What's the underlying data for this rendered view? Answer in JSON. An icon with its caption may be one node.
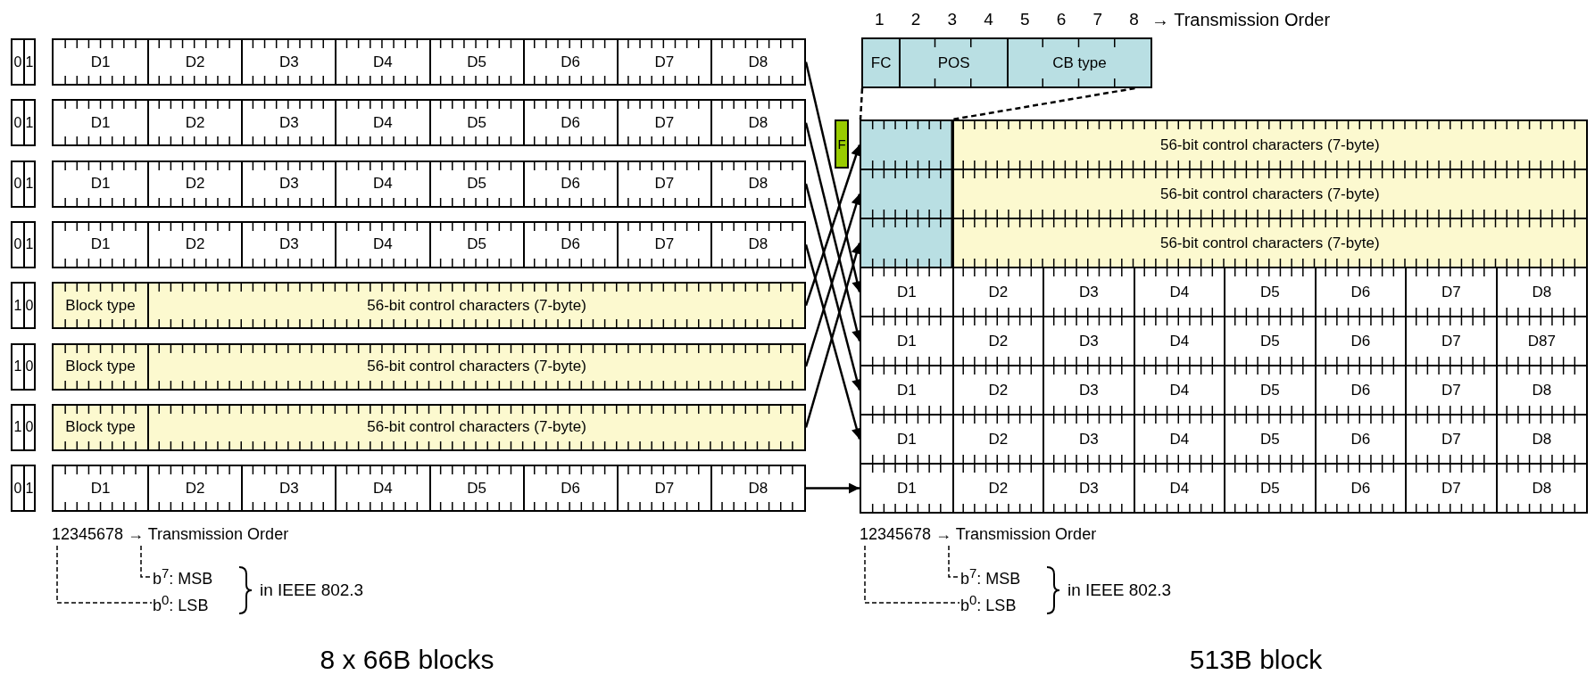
{
  "diagram": {
    "nodes": [
      {
        "text": [
          "0",
          "1"
        ]
      },
      {
        "text": [
          "D1",
          "D2",
          "D3",
          "D4",
          "D5",
          "D6",
          "D7",
          "D8"
        ]
      },
      {
        "text": [
          "0",
          "1"
        ]
      },
      {
        "text": [
          "D1",
          "D2",
          "D3",
          "D4",
          "D5",
          "D6",
          "D7",
          "D8"
        ]
      },
      {
        "text": [
          "0",
          "1"
        ]
      },
      {
        "text": [
          "D1",
          "D2",
          "D3",
          "D4",
          "D5",
          "D6",
          "D7",
          "D8"
        ]
      },
      {
        "text": [
          "0",
          "1"
        ]
      },
      {
        "text": [
          "D1",
          "D2",
          "D3",
          "D4",
          "D5",
          "D6",
          "D7",
          "D8"
        ]
      },
      {
        "text": [
          "1",
          "0"
        ]
      },
      {
        "text": [
          "Block type",
          "56-bit control characters (7-byte)"
        ]
      },
      {
        "text": [
          "1",
          "0"
        ]
      },
      {
        "text": [
          "Block type",
          "56-bit control characters (7-byte)"
        ]
      },
      {
        "text": [
          "1",
          "0"
        ]
      },
      {
        "text": [
          "Block type",
          "56-bit control characters (7-byte)"
        ]
      },
      {
        "text": [
          "0",
          "1"
        ]
      },
      {
        "text": [
          "D1",
          "D2",
          "D3",
          "D4",
          "D5",
          "D6",
          "D7",
          "D8"
        ]
      },
      {
        "text": [
          "FC",
          "POS",
          "CB type"
        ]
      },
      {
        "text": [
          "F"
        ]
      },
      {
        "text": [
          "56-bit control characters (7-byte)"
        ]
      },
      {
        "text": [
          "56-bit control characters (7-byte)"
        ]
      },
      {
        "text": [
          "56-bit control characters (7-byte)"
        ]
      },
      {
        "text": [
          "D1",
          "D2",
          "D3",
          "D4",
          "D5",
          "D6",
          "D7",
          "D8"
        ]
      },
      {
        "text": [
          "D1",
          "D2",
          "D3",
          "D4",
          "D5",
          "D6",
          "D7",
          "D87"
        ]
      },
      {
        "text": [
          "D1",
          "D2",
          "D3",
          "D4",
          "D5",
          "D6",
          "D7",
          "D8"
        ]
      },
      {
        "text": [
          "D1",
          "D2",
          "D3",
          "D4",
          "D5",
          "D6",
          "D7",
          "D8"
        ]
      },
      {
        "text": [
          "D1",
          "D2",
          "D3",
          "D4",
          "D5",
          "D6",
          "D7",
          "D8"
        ]
      },
      {
        "text": [],
        "shape": "box",
        "in": 18
      }
    ],
    "edges": [
      {
        "from": 1,
        "to": 21,
        "arrow": "to"
      },
      {
        "from": 3,
        "to": 22,
        "arrow": "to"
      },
      {
        "from": 5,
        "to": 23,
        "arrow": "to"
      },
      {
        "from": 7,
        "to": 24,
        "arrow": "to"
      },
      {
        "from": 9,
        "to": 18,
        "arrow": "to"
      },
      {
        "from": 11,
        "to": 19,
        "arrow": "to"
      },
      {
        "from": 13,
        "to": 20,
        "arrow": "to"
      },
      {
        "from": 15,
        "to": 25,
        "arrow": "to"
      },
      {
        "from": 16,
        "to": 26,
        "arrow": "none",
        "style": "dashed"
      },
      {
        "from": 16,
        "to": 26,
        "arrow": "none",
        "style": "dashed"
      }
    ],
    "labels": [
      "1",
      "2",
      "3",
      "4",
      "5",
      "6",
      "7",
      "8",
      "→ Transmission Order",
      "12345678 → Transmission Order",
      "b$^{7}$: MSB",
      "b$^{0}$: LSB",
      "in IEEE 802.3",
      "12345678 → Transmission Order",
      "b$^{7}$: MSB",
      "b$^{0}$: LSB",
      "in IEEE 802.3",
      "8 x 66B blocks",
      "513B block"
    ]
  }
}
